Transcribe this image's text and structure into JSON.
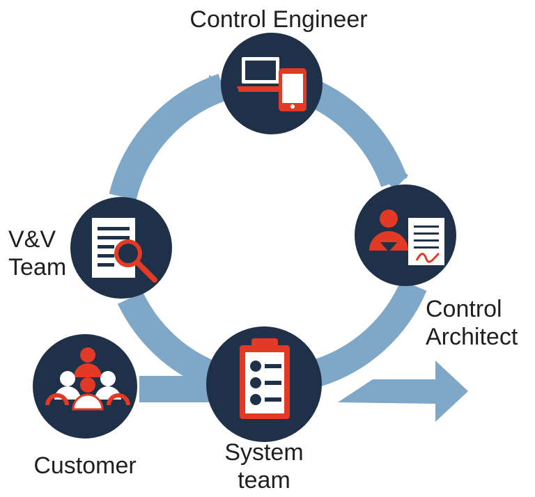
{
  "colors": {
    "ring": "#7fa7c8",
    "node_fill": "#1f3049",
    "accent": "#e23a25",
    "icon_white": "#ffffff"
  },
  "roles": {
    "control_engineer": {
      "label": "Control Engineer",
      "icon": "laptop-tablet-icon"
    },
    "control_architect": {
      "label_line1": "Control",
      "label_line2": "Architect",
      "icon": "person-document-icon"
    },
    "system_team": {
      "label_line1": "System",
      "label_line2": "team",
      "icon": "clipboard-checklist-icon"
    },
    "vv_team": {
      "label_line1": "V&V",
      "label_line2": "Team",
      "icon": "document-magnifier-icon"
    },
    "customer": {
      "label": "Customer",
      "icon": "group-people-icon"
    }
  }
}
